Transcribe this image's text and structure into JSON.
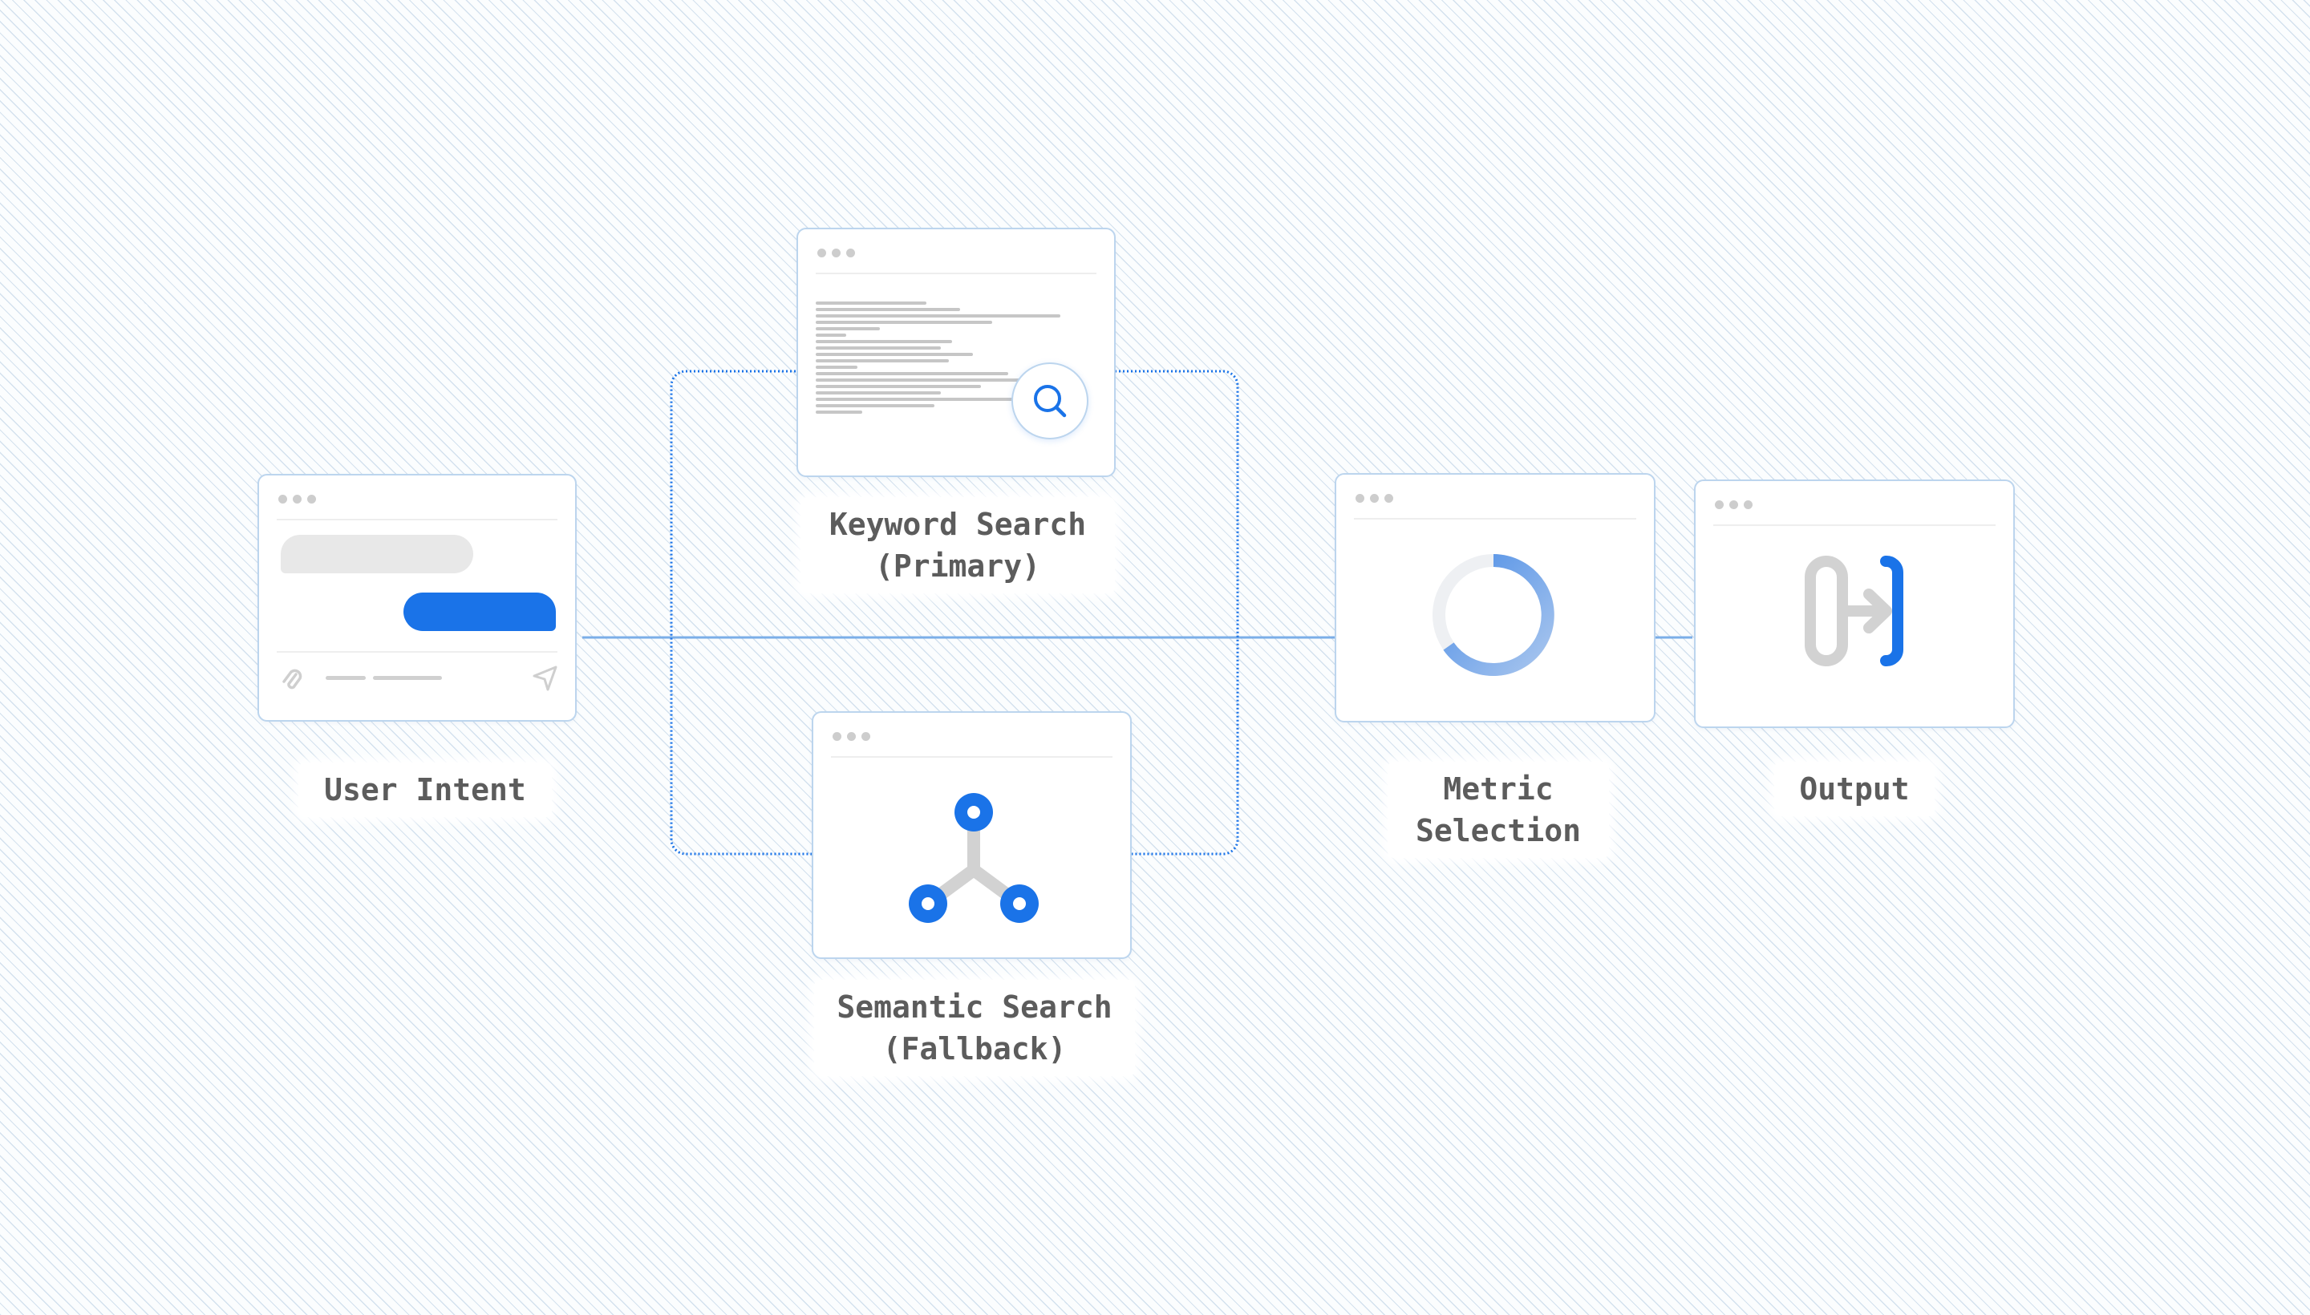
{
  "nodes": {
    "user_intent": {
      "label": "User Intent"
    },
    "keyword_search": {
      "label_line1": "Keyword Search",
      "label_line2": "(Primary)"
    },
    "semantic_search": {
      "label_line1": "Semantic Search",
      "label_line2": "(Fallback)"
    },
    "metric_selection": {
      "label_line1": "Metric",
      "label_line2": "Selection"
    },
    "output": {
      "label": "Output"
    }
  },
  "icons": {
    "user_intent": [
      "chat-bubbles-icon",
      "paperclip-icon",
      "send-icon"
    ],
    "keyword_search": [
      "document-icon",
      "search-icon"
    ],
    "semantic_search": [
      "network-graph-icon"
    ],
    "metric_selection": [
      "progress-ring-icon"
    ],
    "output": [
      "exit-bracket-icon"
    ]
  },
  "colors": {
    "accent": "#1a73e8",
    "card_border": "#bcd5ee",
    "connector": "#7baee8",
    "label_text": "#5c5c5c",
    "neutral_icon": "#d2d2d2"
  }
}
